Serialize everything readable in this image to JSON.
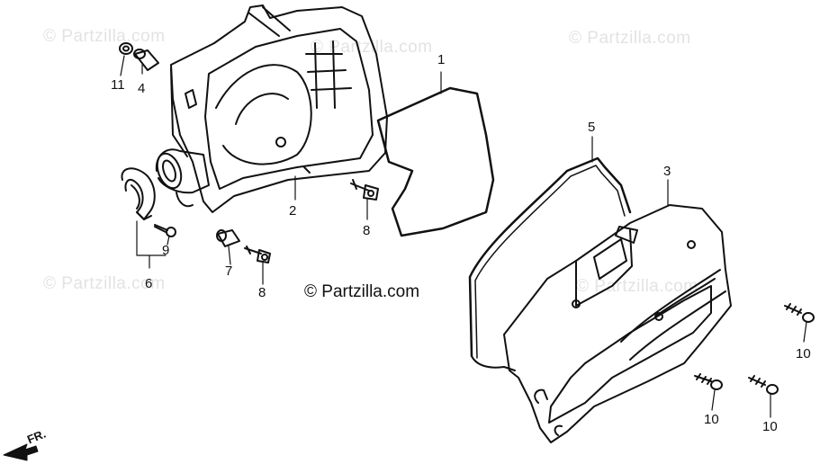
{
  "watermark": "© Partzilla.com",
  "copyright": "© Partzilla.com",
  "direction_label": "FR.",
  "callouts": {
    "c1": "1",
    "c2": "2",
    "c3": "3",
    "c4": "4",
    "c5": "5",
    "c6": "6",
    "c7": "7",
    "c8a": "8",
    "c8b": "8",
    "c9": "9",
    "c10a": "10",
    "c10b": "10",
    "c10c": "10",
    "c11": "11"
  },
  "colors": {
    "line": "#111111",
    "watermark": "#e3e3e3"
  }
}
